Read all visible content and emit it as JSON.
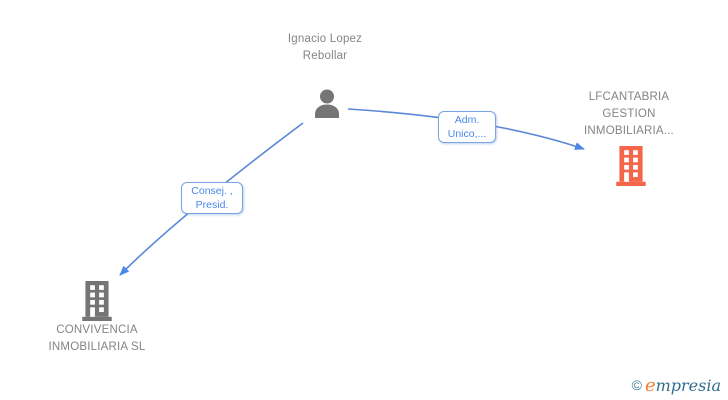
{
  "diagram": {
    "person": {
      "name": "Ignacio Lopez Rebollar",
      "icon": "person-silhouette-icon"
    },
    "companies": {
      "right": {
        "name": "LFCANTABRIA GESTION INMOBILIARIA...",
        "icon": "building-icon",
        "icon_color": "#f4664a"
      },
      "left": {
        "name": "CONVIVENCIA INMOBILIARIA SL",
        "icon": "building-icon",
        "icon_color": "#757575"
      }
    },
    "relationships": {
      "admin": {
        "lines": [
          "Adm.",
          "Unico,..."
        ],
        "from": "Ignacio Lopez Rebollar",
        "to": "LFCANTABRIA GESTION INMOBILIARIA..."
      },
      "consej": {
        "lines": [
          "Consej. ,",
          "Presid."
        ],
        "from": "Ignacio Lopez Rebollar",
        "to": "CONVIVENCIA INMOBILIARIA SL"
      }
    }
  },
  "colors": {
    "link": "#5b87d8",
    "arrowhead": "#4a86e8",
    "edge_label_text": "#4a86e8",
    "edge_label_border": "#7aa4e4",
    "node_text": "#848484",
    "person_icon": "#757575",
    "building_left": "#757575",
    "building_right": "#f4664a",
    "watermark_copyright": "#43809b",
    "watermark_orange": "#ef8132",
    "watermark_blue": "#2f6e91"
  },
  "watermark": {
    "copyright_symbol": "©",
    "brand_initial": "e",
    "brand_rest": "mpresia"
  }
}
